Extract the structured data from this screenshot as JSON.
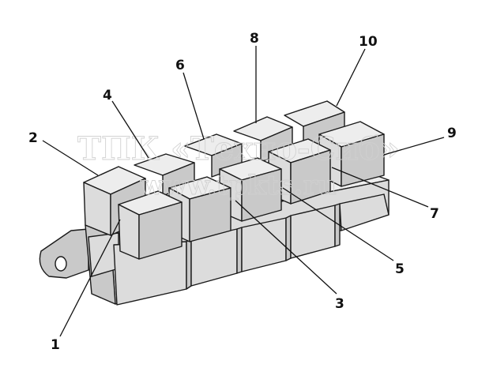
{
  "watermark": {
    "line1": "ТПК «Техно-Сиб»",
    "line2": "www.tpkts.ru"
  },
  "callouts": [
    "1",
    "2",
    "3",
    "4",
    "5",
    "6",
    "7",
    "8",
    "9",
    "10"
  ],
  "colors": {
    "line": "#1a1a1a",
    "face_top": "#ededed",
    "face_front": "#dcdcdc",
    "face_side": "#c9c9c9"
  }
}
